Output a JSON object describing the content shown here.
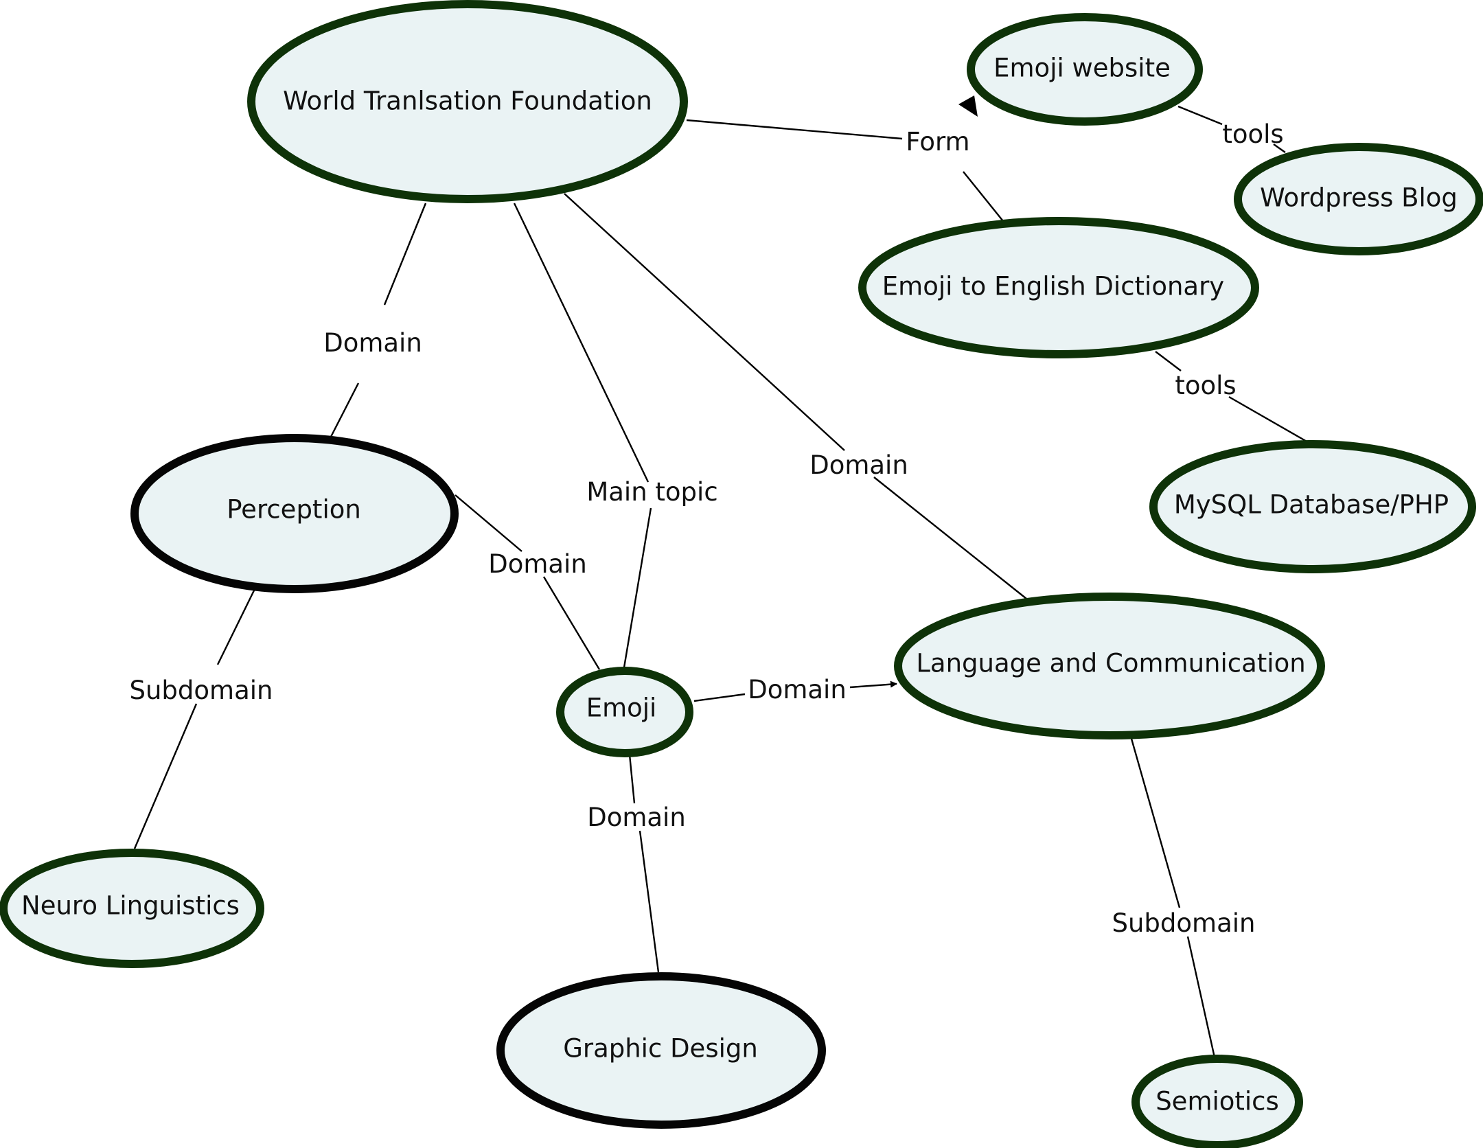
{
  "colors": {
    "node_fill": "#eaf3f4",
    "node_border": "#0e3208",
    "node_border_dark": "#050505",
    "edge": "#000000",
    "background": "#ffffff"
  },
  "nodes": {
    "wtf": "World Tranlsation Foundation",
    "emoji_website": "Emoji website",
    "wordpress_blog": "Wordpress Blog",
    "emoji_dictionary": "Emoji to English Dictionary",
    "mysql": "MySQL Database/PHP",
    "perception": "Perception",
    "emoji": "Emoji",
    "language": "Language and Communication",
    "neuro": "Neuro Linguistics",
    "graphic_design": "Graphic Design",
    "semiotics": "Semiotics"
  },
  "edges": {
    "wtf_perception": "Domain",
    "wtf_emoji": "Main topic",
    "wtf_language": "Domain",
    "wtf_dictionary_to_website": "Form",
    "website_wordpress": "tools",
    "dictionary_mysql": "tools",
    "perception_emoji": "Domain",
    "perception_neuro": "Subdomain",
    "emoji_language": "Domain",
    "emoji_graphic": "Domain",
    "language_semiotics": "Subdomain"
  }
}
